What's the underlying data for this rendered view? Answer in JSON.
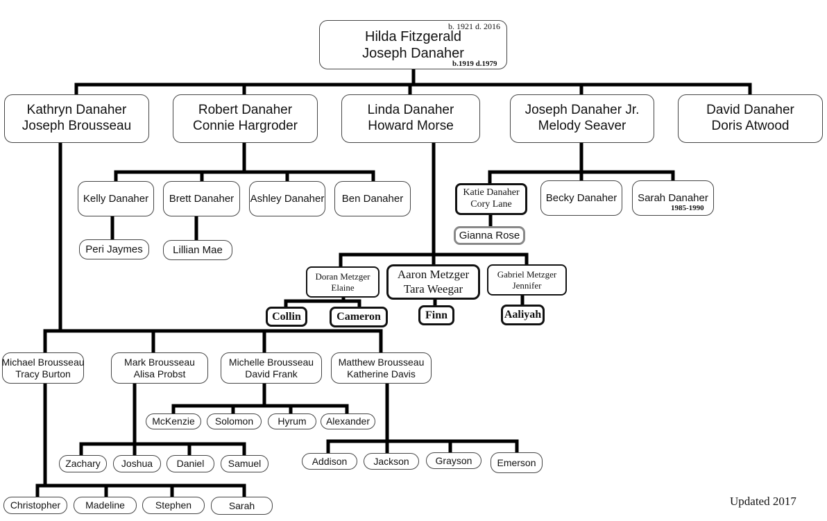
{
  "root": {
    "line1": "Hilda Fitzgerald",
    "line2": "Joseph Danaher",
    "note_top": "b. 1921 d. 2016",
    "note_bottom": "b.1919 d.1979"
  },
  "gen1": [
    {
      "line1": "Kathryn Danaher",
      "line2": "Joseph Brousseau"
    },
    {
      "line1": "Robert Danaher",
      "line2": "Connie Hargroder"
    },
    {
      "line1": "Linda Danaher",
      "line2": "Howard Morse"
    },
    {
      "line1": "Joseph Danaher Jr.",
      "line2": "Melody Seaver"
    },
    {
      "line1": "David Danaher",
      "line2": "Doris Atwood"
    }
  ],
  "robert_children": [
    "Kelly Danaher",
    "Brett Danaher",
    "Ashley Danaher",
    "Ben Danaher"
  ],
  "robert_grandchildren": [
    "Peri Jaymes",
    "Lillian Mae"
  ],
  "joseph_children": [
    {
      "line1": "Katie Danaher",
      "line2": "Cory Lane"
    },
    {
      "line1": "Becky Danaher",
      "line2": ""
    },
    {
      "line1": "Sarah Danaher",
      "note": "1985-1990"
    }
  ],
  "joseph_grandchildren": [
    "Gianna Rose"
  ],
  "linda_children": [
    {
      "line1": "Doran Metzger",
      "line2": "Elaine"
    },
    {
      "line1": "Aaron Metzger",
      "line2": "Tara Weegar"
    },
    {
      "line1": "Gabriel Metzger",
      "line2": "Jennifer"
    }
  ],
  "linda_grandchildren": [
    "Collin",
    "Cameron",
    "Finn",
    "Aaliyah"
  ],
  "kathryn_children": [
    {
      "line1": "Michael Brousseau",
      "line2": "Tracy Burton"
    },
    {
      "line1": "Mark Brousseau",
      "line2": "Alisa Probst"
    },
    {
      "line1": "Michelle Brousseau",
      "line2": "David Frank"
    },
    {
      "line1": "Matthew Brousseau",
      "line2": "Katherine Davis"
    }
  ],
  "michelle_children": [
    "McKenzie",
    "Solomon",
    "Hyrum",
    "Alexander"
  ],
  "mark_children": [
    "Zachary",
    "Joshua",
    "Daniel",
    "Samuel"
  ],
  "matthew_children": [
    "Addison",
    "Jackson",
    "Grayson",
    "Emerson"
  ],
  "michael_children": [
    "Christopher",
    "Madeline",
    "Stephen",
    "Sarah"
  ],
  "footer": "Updated 2017"
}
